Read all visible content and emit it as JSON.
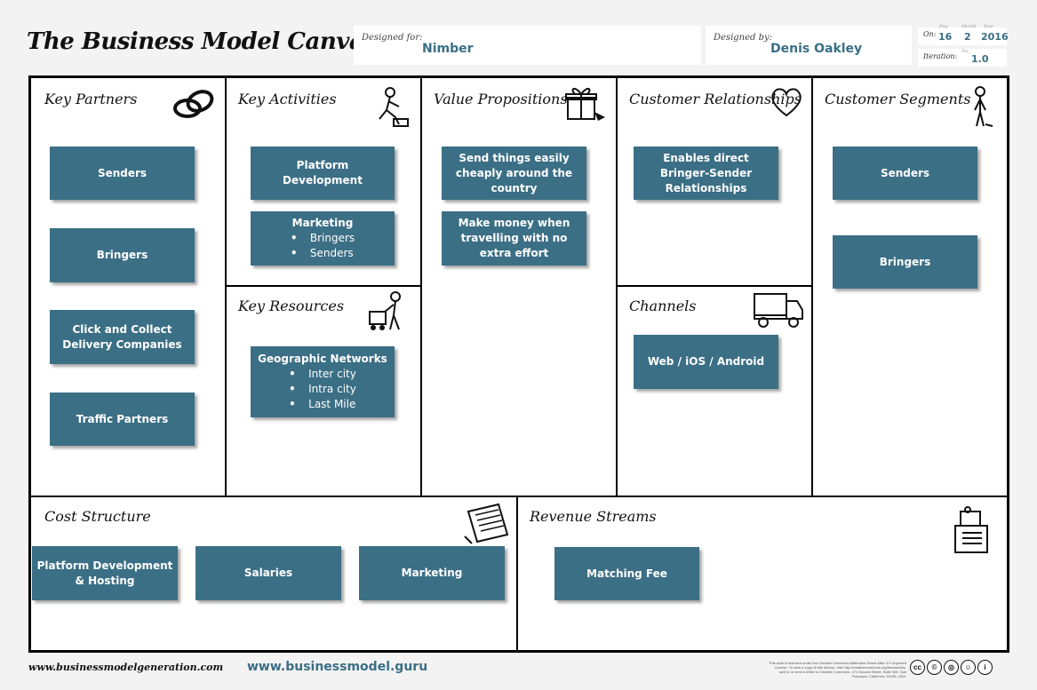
{
  "header": {
    "title": "The Business Model Canvas",
    "designed_for_label": "Designed for:",
    "designed_for_value": "Nimber",
    "designed_by_label": "Designed by:",
    "designed_by_value": "Denis Oakley",
    "on_label": "On:",
    "day_label": "Day",
    "month_label": "Month",
    "year_label": "Year",
    "day": "16",
    "month": "2",
    "year": "2016",
    "iteration_label": "Iteration:",
    "iteration_no_label": "No.",
    "iteration": "1.0"
  },
  "sections": {
    "key_partners": {
      "title": "Key Partners",
      "icon": "chain-links-icon"
    },
    "key_activities": {
      "title": "Key Activities",
      "icon": "worker-icon"
    },
    "value_propositions": {
      "title": "Value Propositions",
      "icon": "gift-icon"
    },
    "customer_relationships": {
      "title": "Customer Relationships",
      "icon": "heart-icon"
    },
    "customer_segments": {
      "title": "Customer Segments",
      "icon": "person-icon"
    },
    "key_resources": {
      "title": "Key Resources",
      "icon": "person-with-cart-icon"
    },
    "channels": {
      "title": "Channels",
      "icon": "truck-icon"
    },
    "cost_structure": {
      "title": "Cost Structure",
      "icon": "receipt-icon"
    },
    "revenue_streams": {
      "title": "Revenue Streams",
      "icon": "cash-register-icon"
    }
  },
  "notes": {
    "kp_senders": "Senders",
    "kp_bringers": "Bringers",
    "kp_click_collect": "Click and Collect Delivery Companies",
    "kp_traffic": "Traffic Partners",
    "ka_platform": "Platform Development",
    "ka_marketing_title": "Marketing",
    "ka_marketing_items": [
      "Bringers",
      "Senders"
    ],
    "kr_geo_title": "Geographic Networks",
    "kr_geo_items": [
      "Inter city",
      "Intra city",
      "Last Mile"
    ],
    "vp_send": "Send things easily cheaply around the country",
    "vp_money": "Make money when travelling with no extra effort",
    "cr_enables": "Enables direct Bringer-Sender Relationships",
    "ch_web": "Web / iOS / Android",
    "cs_senders": "Senders",
    "cs_bringers": "Bringers",
    "cost_platform": "Platform Development & Hosting",
    "cost_salaries": "Salaries",
    "cost_marketing": "Marketing",
    "rev_matching": "Matching Fee"
  },
  "footer": {
    "left": "www.businessmodelgeneration.com",
    "mid": "www.businessmodel.guru",
    "license": "This work is licensed under the Creative Commons Attribution-Share Alike 3.0 Unported License. To view a copy of this license, visit http://creativecommons.org/licenses/by-sa/3.0/ or send a letter to Creative Commons, 171 Second Street, Suite 300, San Francisco, California, 94105, USA.",
    "cc_icons": [
      "cc",
      "©",
      "◎",
      "☺",
      "i"
    ]
  },
  "colors": {
    "note_bg": "#3b6f85",
    "accent_text": "#3a6f86"
  }
}
